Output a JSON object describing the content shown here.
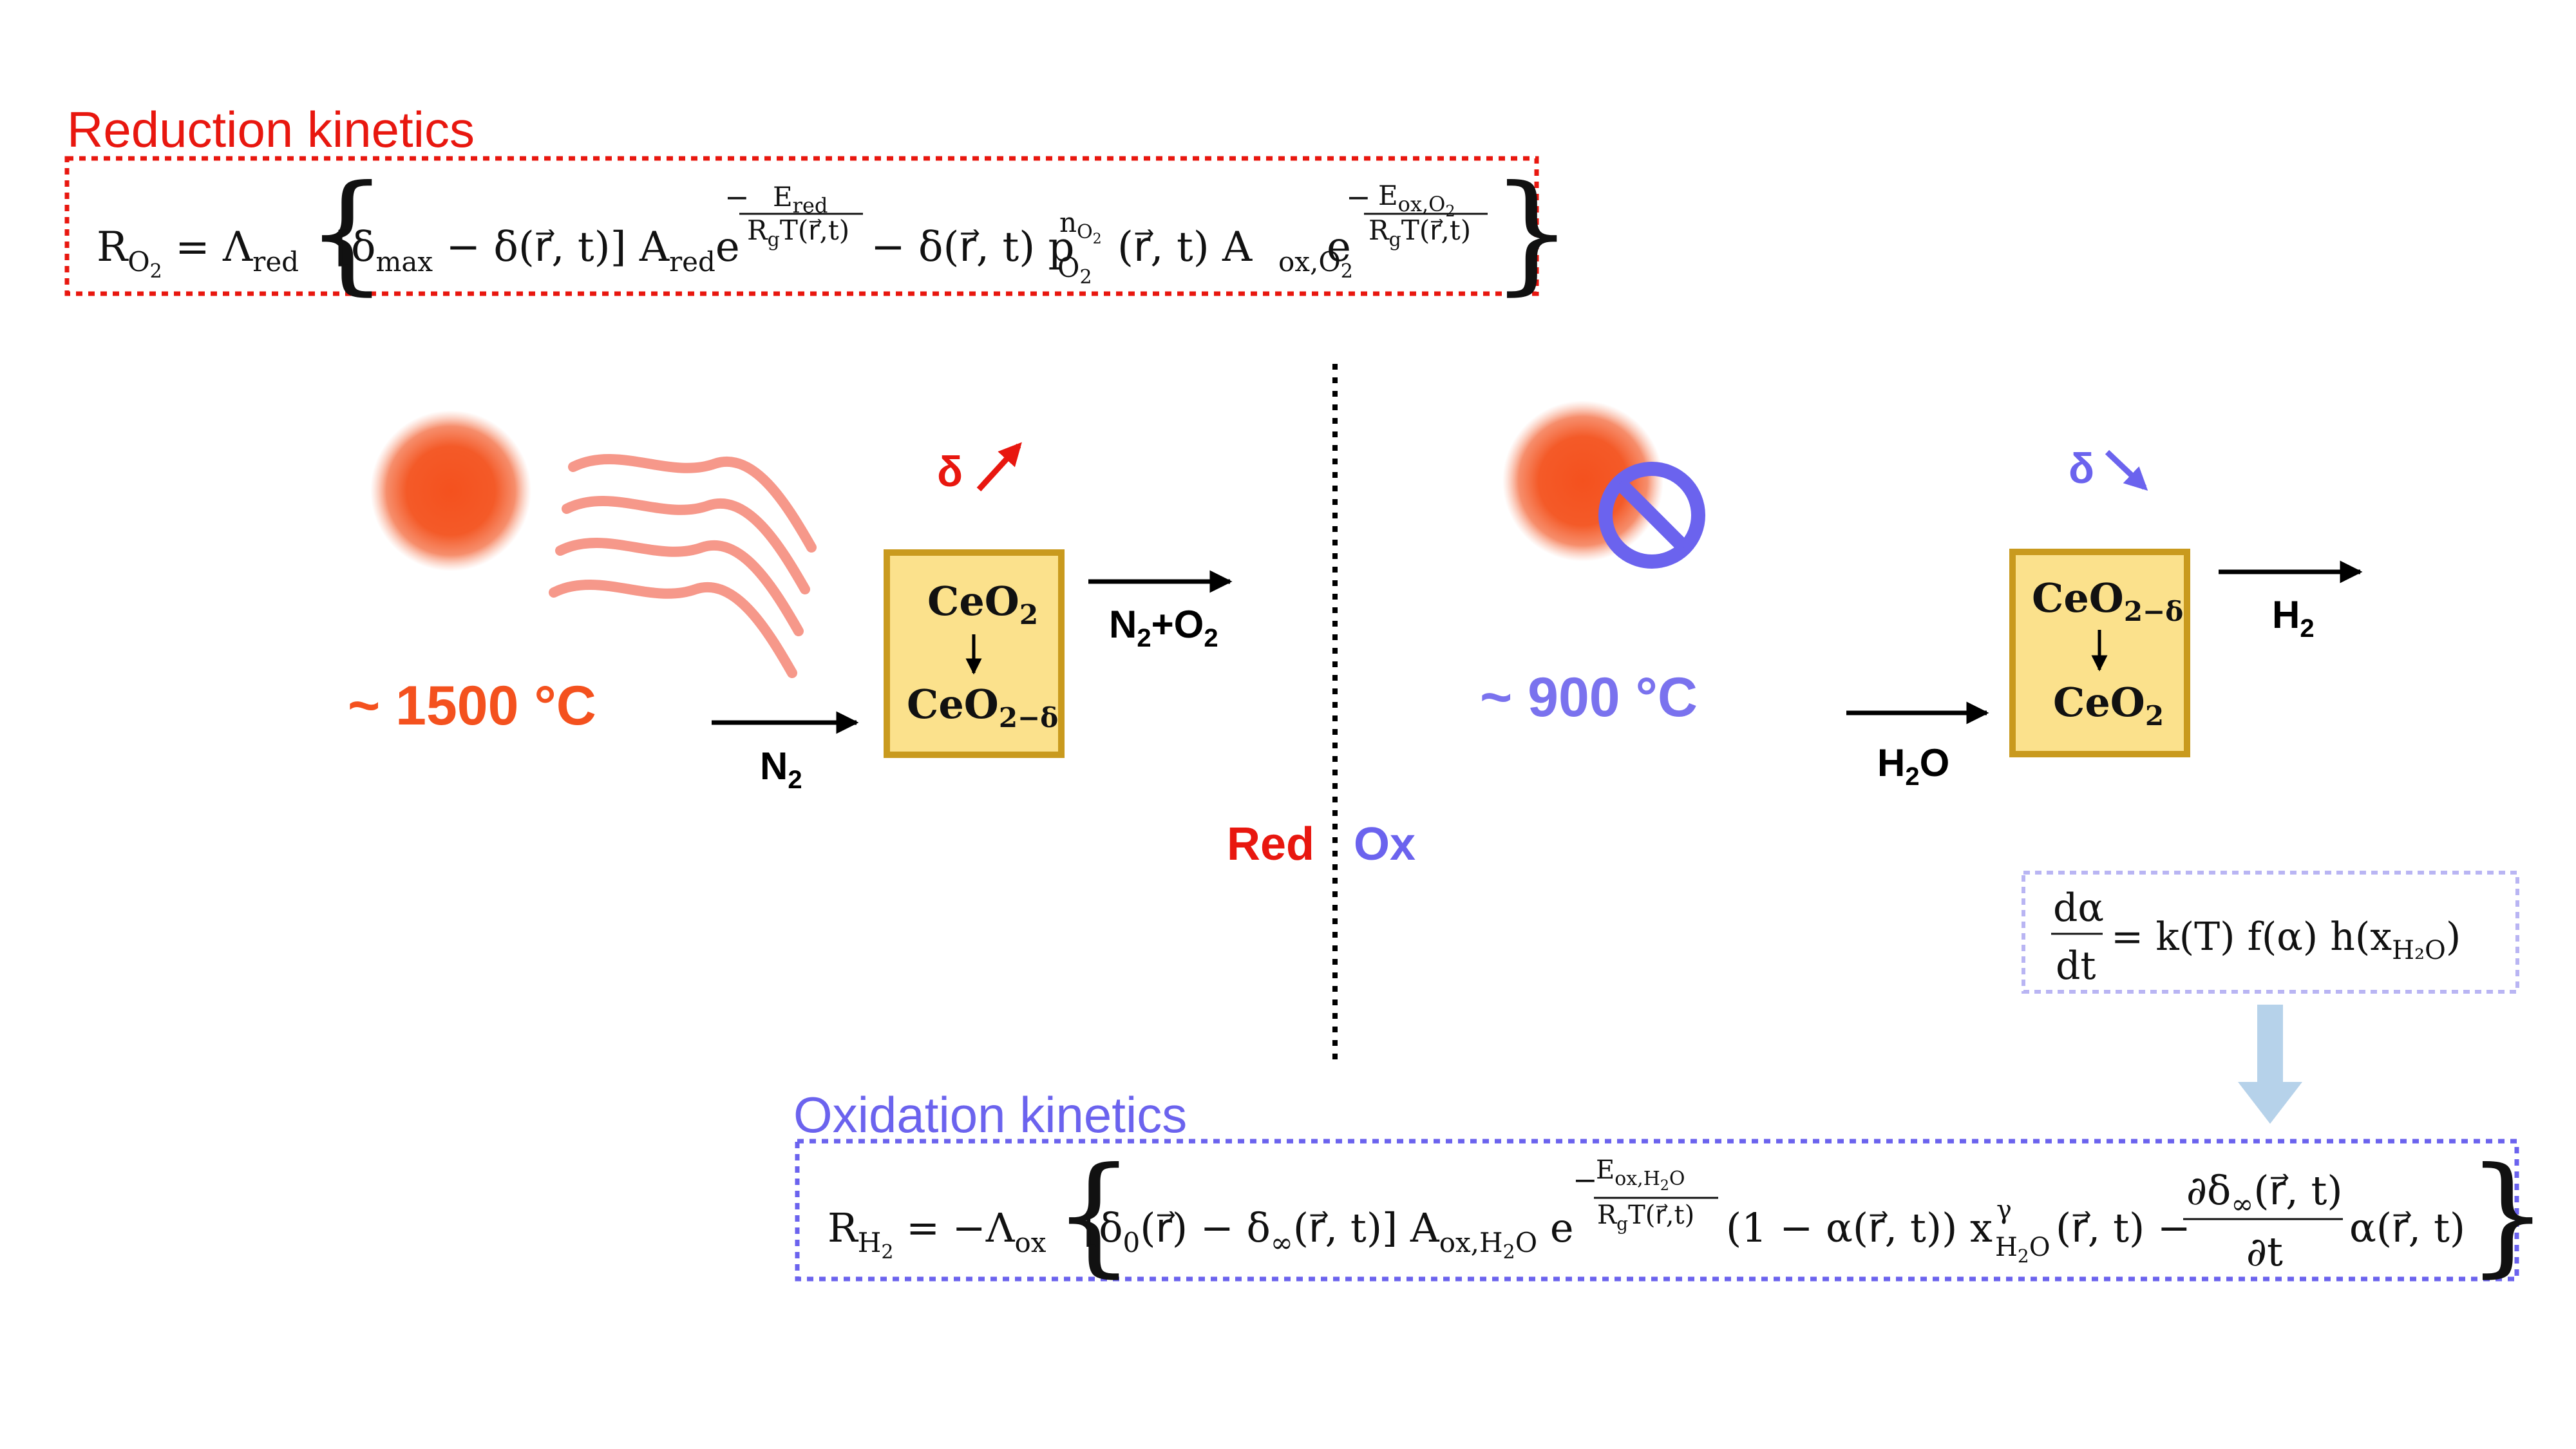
{
  "reduction": {
    "title": "Reduction kinetics",
    "color": "#e8170f",
    "temperature": "~ 1500 °C",
    "temperature_color": "#f4511e",
    "delta_symbol": "δ",
    "delta_trend": "increasing",
    "inlet_gas": "N",
    "inlet_gas_sub": "2",
    "outlet_gas": "N",
    "outlet_gas_sub1": "2",
    "outlet_gas_mid": "+O",
    "outlet_gas_sub2": "2",
    "box_top": "CeO",
    "box_top_sub": "2",
    "box_bottom": "CeO",
    "box_bottom_sub": "2−δ"
  },
  "oxidation": {
    "title": "Oxidation kinetics",
    "color": "#6b63ee",
    "temperature": "~ 900 °C",
    "temperature_color": "#7a72ee",
    "delta_symbol": "δ",
    "delta_trend": "decreasing",
    "inlet_gas": "H",
    "inlet_gas_sub": "2",
    "inlet_gas_end": "O",
    "outlet_gas": "H",
    "outlet_gas_sub": "2",
    "box_top": "CeO",
    "box_top_sub": "2−δ",
    "box_bottom": "CeO",
    "box_bottom_sub": "2"
  },
  "divider": {
    "left_label": "Red",
    "right_label": "Ox"
  },
  "rate_law": {
    "text": "= k(T) f(α) h(x",
    "sub": "H₂O",
    "close": ")"
  },
  "colors": {
    "box_fill": "#fbe18c",
    "box_border": "#c99a1e",
    "sun": "#f4511e",
    "heat_waves": "#f6988a",
    "no_sign": "#6b63ee",
    "connector_arrow": "#b6d2ea",
    "rate_box_border": "#b9b5f3"
  }
}
